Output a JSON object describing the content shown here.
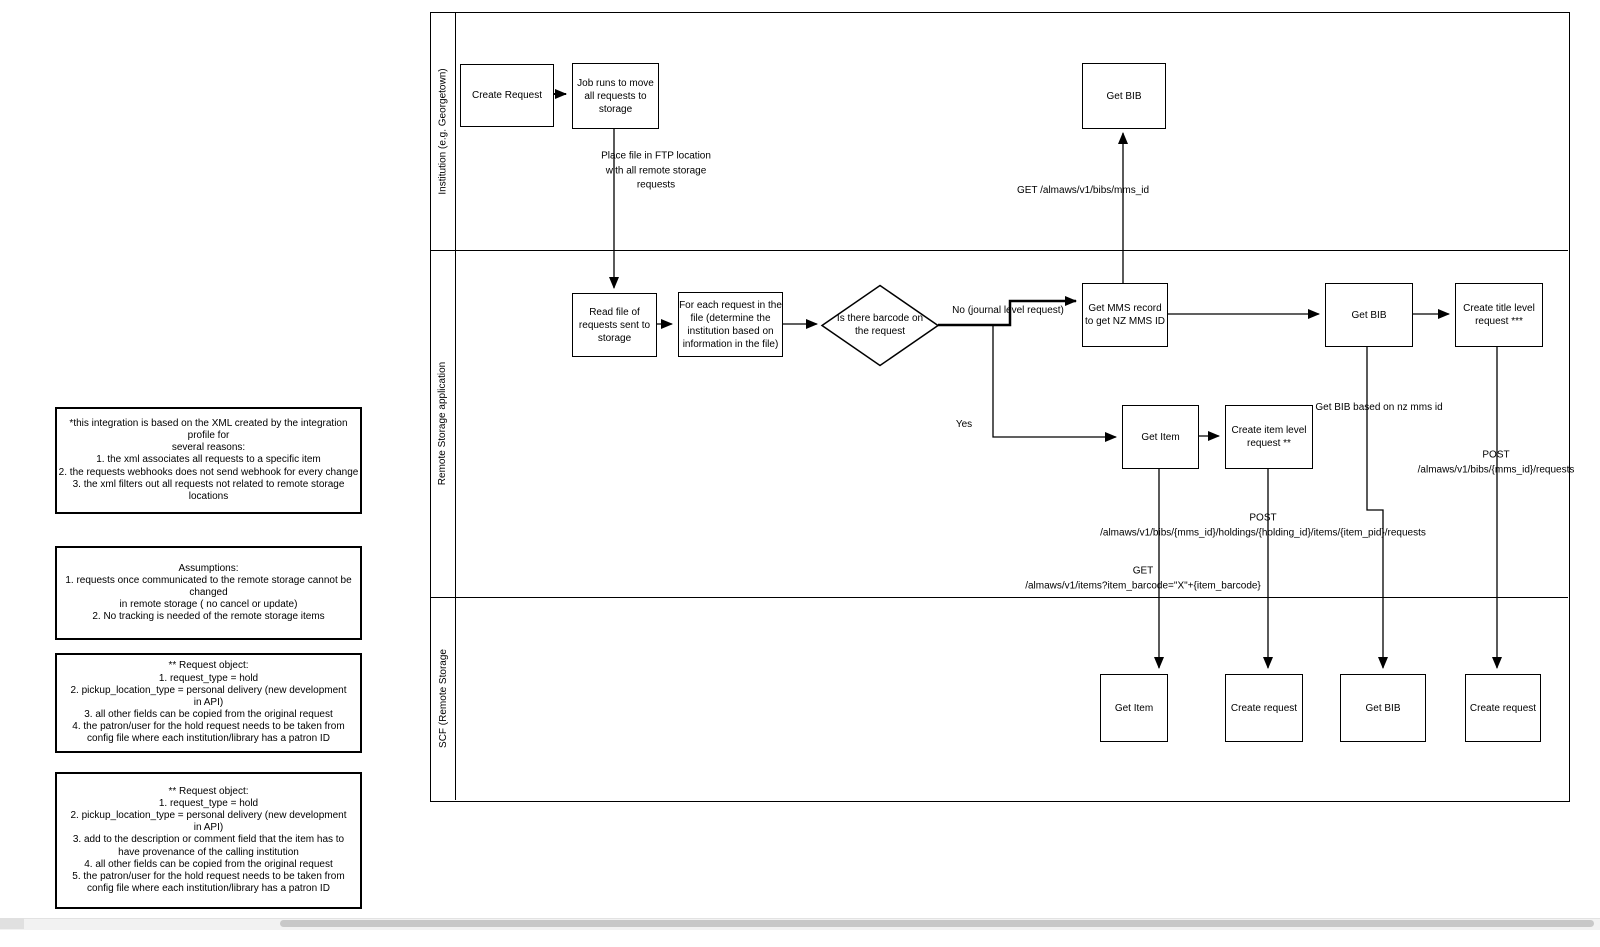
{
  "pool": {
    "lanes": [
      {
        "label": "Institution (e.g. Georgetown)"
      },
      {
        "label": "Remote Storage application"
      },
      {
        "label": "SCF (Remote Storage"
      }
    ]
  },
  "nodes": {
    "create_request": "Create Request",
    "job_runs": "Job runs to move\nall requests to\nstorage",
    "get_bib_top": "Get BIB",
    "read_file": "Read file of\nrequests sent to\nstorage",
    "for_each": "For each request in the\nfile (determine the\ninstitution based on\ninformation in the file)",
    "decision": "Is there barcode on\nthe request",
    "get_mms": "Get  MMS record\nto get NZ MMS ID",
    "get_bib_mid": "Get BIB",
    "create_title": "Create title level\nrequest ***",
    "get_item_mid": "Get Item",
    "create_item": "Create item level\nrequest **",
    "get_item_bottom": "Get Item",
    "create_request_bottom1": "Create request",
    "get_bib_bottom": "Get BIB",
    "create_request_bottom2": "Create request"
  },
  "edge_labels": {
    "place_file": "Place file in FTP location\nwith all remote storage\nrequests",
    "get_bib_api": "GET /almaws/v1/bibs/mms_id",
    "no_branch": "No (journal level request)",
    "yes_branch": "Yes",
    "get_bib_nz": "Get BIB based on nz mms id",
    "post_title_request": "POST\n/almaws/v1/bibs/{mms_id}/requests",
    "post_item_request": "POST\n/almaws/v1/bibs/{mms_id}/holdings/{holding_id}/items/{item_pid}/requests",
    "get_item_barcode": "GET\n/almaws/v1/items?item_barcode=\"X\"+{item_barcode}"
  },
  "notes": [
    {
      "text": "*this integration is based on the XML created by the integration profile for\nseveral reasons:\n1. the xml associates all requests to a specific item\n2. the requests webhooks does not send webhook for every change\n3. the xml filters out all requests not related to remote storage locations"
    },
    {
      "text": "Assumptions:\n1. requests once communicated to the remote storage cannot be changed\nin remote storage ( no cancel or update)\n2. No tracking is needed of the remote storage items"
    },
    {
      "text": "** Request object:\n1. request_type = hold\n2. pickup_location_type = personal delivery (new development\nin API)\n3. all other fields can be copied from the original request\n4. the patron/user for the hold request needs to be taken from\nconfig file where each institution/library has a patron ID"
    },
    {
      "text": "** Request object:\n1. request_type = hold\n2. pickup_location_type = personal delivery (new development\nin API)\n3. add to the description or comment field that the item has to\nhave provenance of the calling institution\n4. all other fields can be copied from the original request\n5. the patron/user for the hold request needs to be taken from\nconfig file where each institution/library has a patron ID"
    }
  ],
  "colors": {
    "stroke": "#000000",
    "background": "#ffffff",
    "scrollbar_thumb": "#c8c8c8"
  }
}
